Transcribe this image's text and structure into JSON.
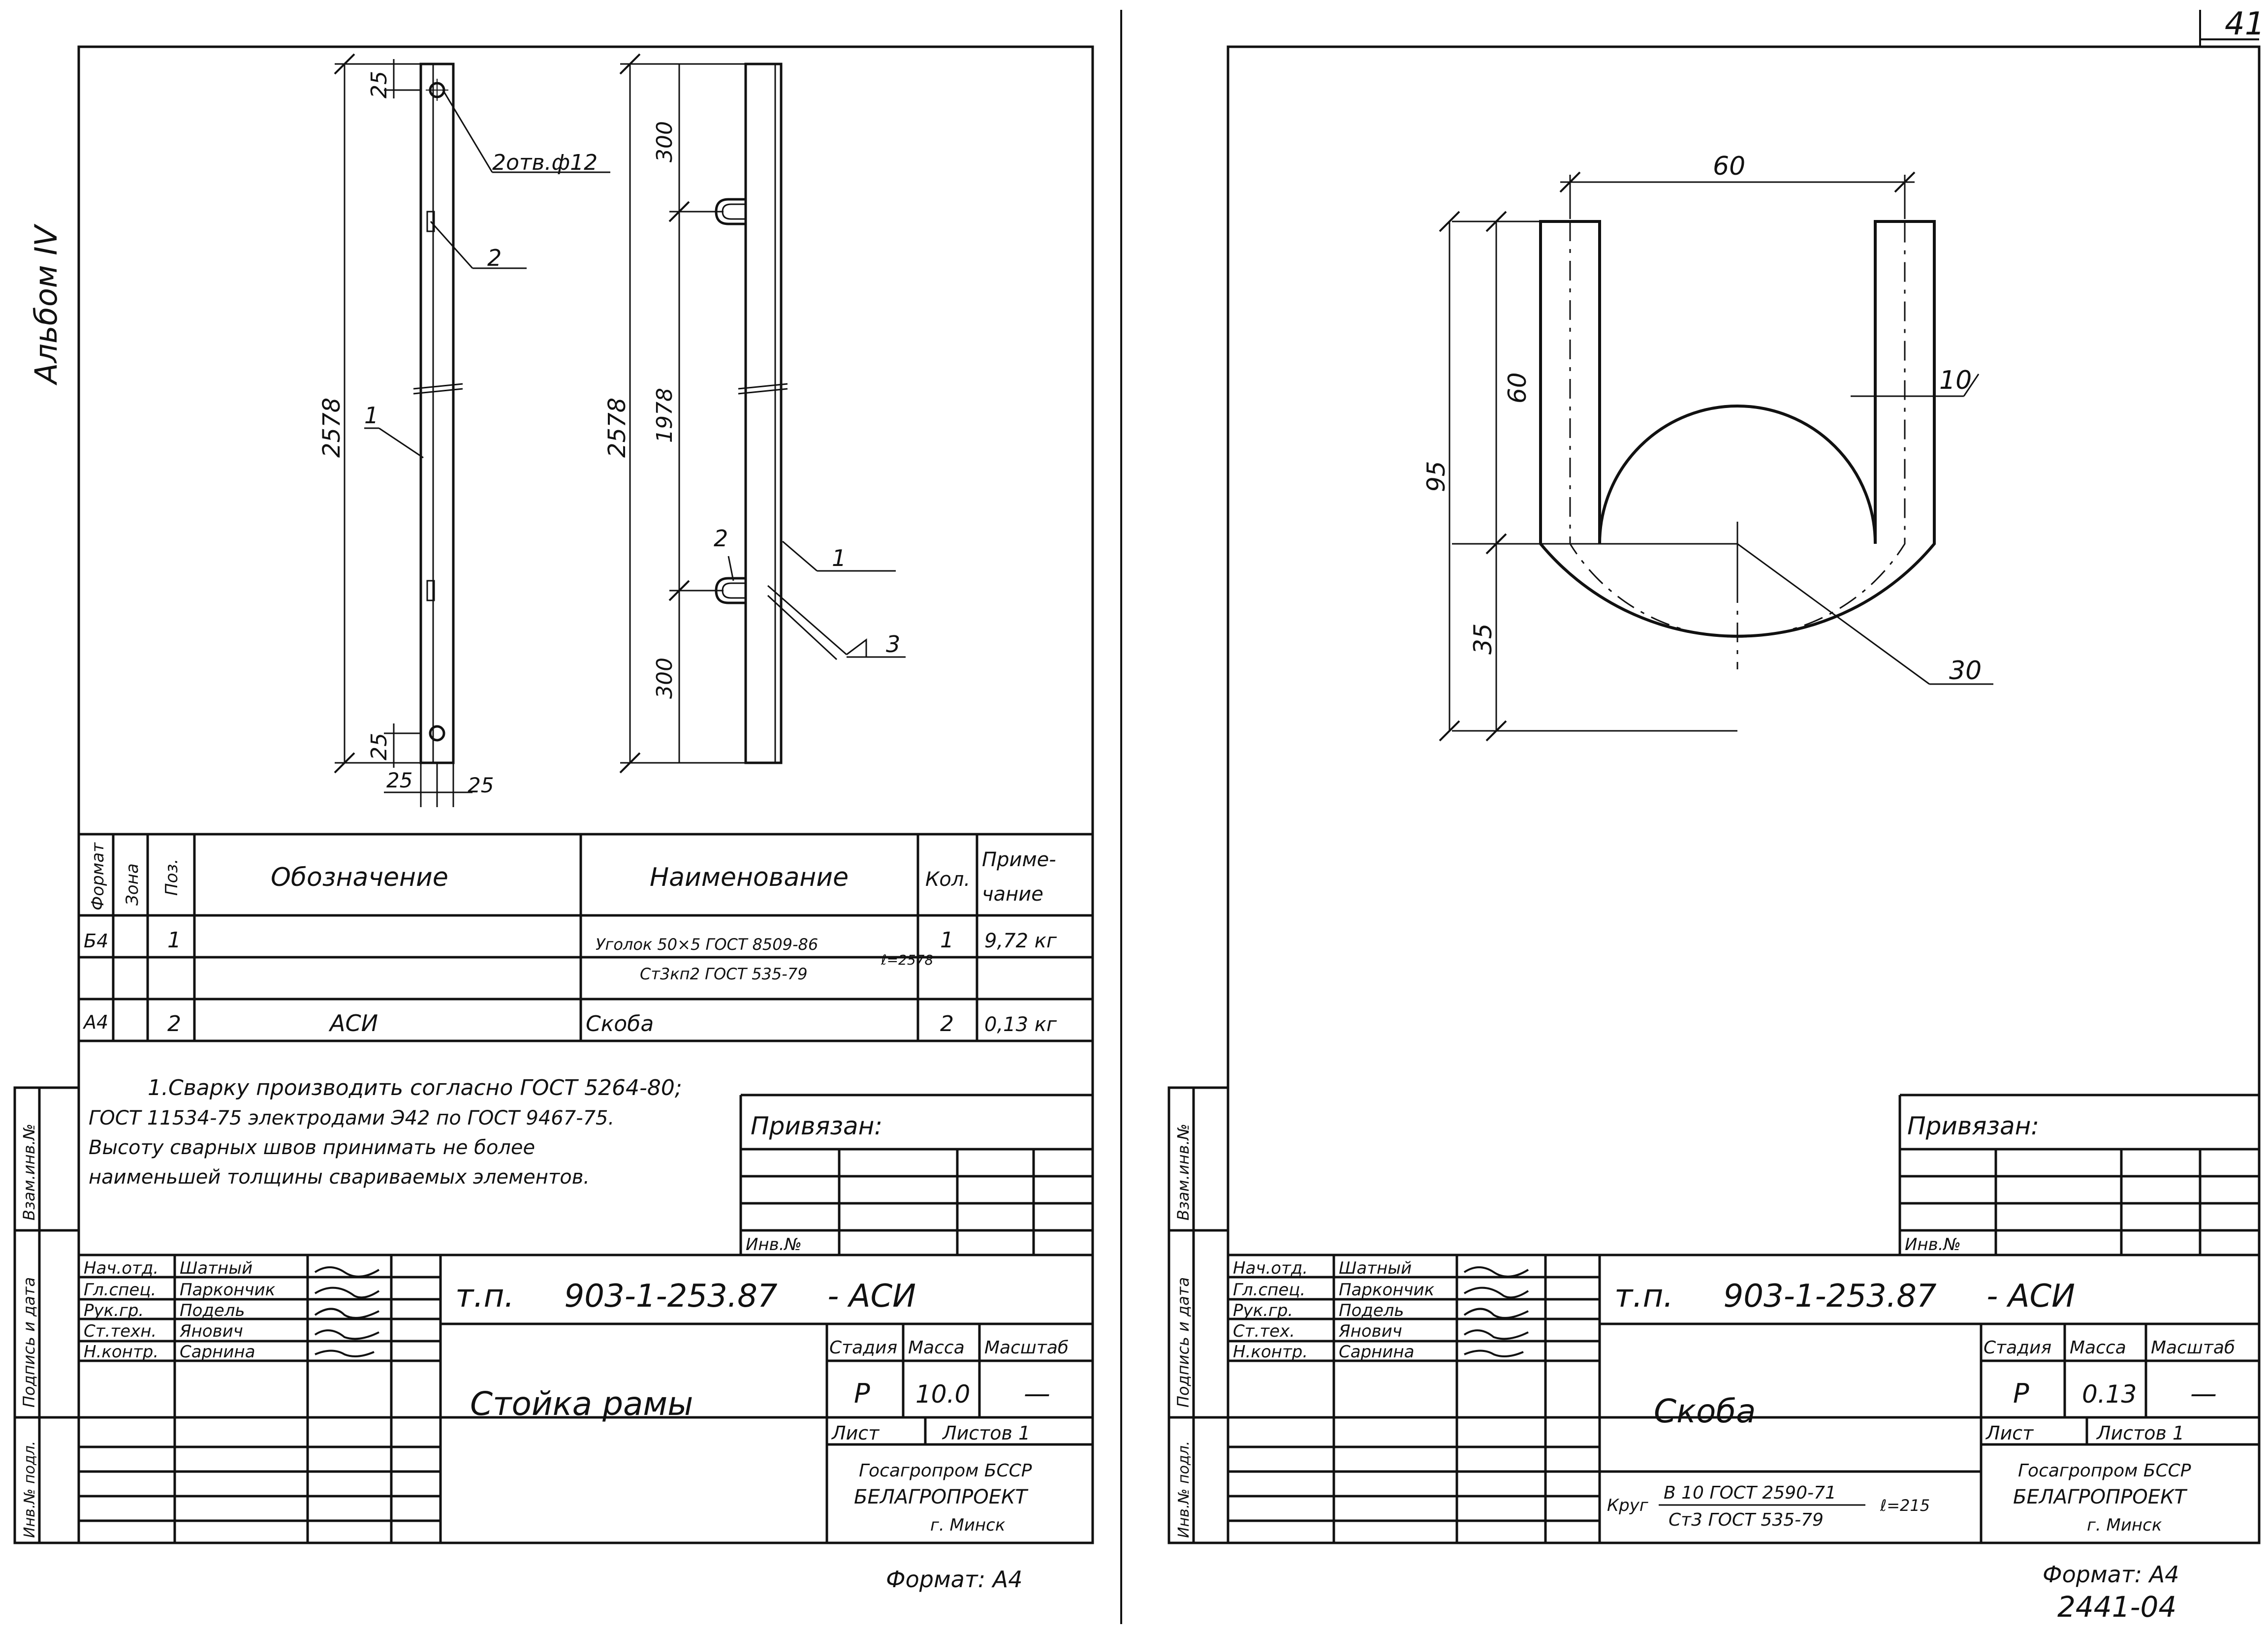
{
  "page_number": "41",
  "album": "Альбом IV",
  "left": {
    "dim_a25": "25",
    "dim_2578": "2578",
    "hole_label": "2отв.ф12",
    "pos1": "1",
    "pos2": "2",
    "pos3": "3",
    "dim_300": "300",
    "dim_1978": "1978",
    "dim_b25": "25",
    "dim_bot1": "25",
    "dim_bot2": "25",
    "spec_headers": {
      "format": "Формат",
      "zone": "Зона",
      "pos": "Поз.",
      "designation": "Обозначение",
      "name": "Наименование",
      "qty": "Кол.",
      "note": "Приме-\nчание"
    },
    "rows": [
      {
        "format": "Б4",
        "pos": "1",
        "designation": "",
        "name_top": "Уголок 50×5 ГОСТ 8509-86",
        "name_bottom": "Ст3кп2 ГОСТ 535-79",
        "name_len": "ℓ=2578",
        "qty": "1",
        "note": "9,72 кг"
      },
      {
        "format": "А4",
        "pos": "2",
        "designation": "АСИ",
        "name": "Скоба",
        "qty": "2",
        "note": "0,13 кг"
      }
    ],
    "notes": [
      "1.Сварку производить согласно ГОСТ 5264-80;",
      "ГОСТ 11534-75 электродами Э42 по ГОСТ 9467-75.",
      "Высоту сварных швов принимать не более",
      "наименьшей толщины свариваемых элементов."
    ],
    "privyazan": "Привязан:",
    "inv": "Инв.№",
    "signers": [
      {
        "role": "Нач.отд.",
        "name": "Шатный"
      },
      {
        "role": "Гл.спец.",
        "name": "Паркончик"
      },
      {
        "role": "Рук.гр.",
        "name": "Подель"
      },
      {
        "role": "Ст.техн.",
        "name": "Янович"
      },
      {
        "role": "Н.контр.",
        "name": "Сарнина"
      }
    ],
    "code": "т.п.     903-1-253.87     - АСИ",
    "title": "Стойка рамы",
    "stage_h": "Стадия",
    "mass_h": "Масса",
    "scale_h": "Масштаб",
    "stage": "Р",
    "mass": "10.0",
    "scale": "—",
    "sheet": "Лист",
    "sheets": "Листов 1",
    "org1": "Госагропром БССР",
    "org2": "БЕЛАГРОПРОЕКТ",
    "org3": "г. Минск",
    "format": "Формат: А4",
    "side1": "Взам.инв.№",
    "side2": "Подпись и дата",
    "side3": "Инв.№ подл."
  },
  "right": {
    "dim60top": "60",
    "dim60side": "60",
    "dim95": "95",
    "dim35": "35",
    "dim10": "10",
    "dim30": "30",
    "privyazan": "Привязан:",
    "inv": "Инв.№",
    "signers": [
      {
        "role": "Нач.отд.",
        "name": "Шатный"
      },
      {
        "role": "Гл.спец.",
        "name": "Паркончик"
      },
      {
        "role": "Рук.гр.",
        "name": "Подель"
      },
      {
        "role": "Ст.тех.",
        "name": "Янович"
      },
      {
        "role": "Н.контр.",
        "name": "Сарнина"
      }
    ],
    "code": "т.п.     903-1-253.87     - АСИ",
    "title": "Скоба",
    "material_pre": "Круг",
    "material_top": "В 10 ГОСТ 2590-71",
    "material_bot": "Ст3 ГОСТ 535-79",
    "material_len": "ℓ=215",
    "stage_h": "Стадия",
    "mass_h": "Масса",
    "scale_h": "Масштаб",
    "stage": "Р",
    "mass": "0.13",
    "scale": "—",
    "sheet": "Лист",
    "sheets": "Листов 1",
    "org1": "Госагропром БССР",
    "org2": "БЕЛАГРОПРОЕКТ",
    "org3": "г. Минск",
    "format": "Формат: А4",
    "doc_no": "2441-04",
    "side1": "Взам.инв.№",
    "side2": "Подпись и дата",
    "side3": "Инв.№ подл."
  }
}
